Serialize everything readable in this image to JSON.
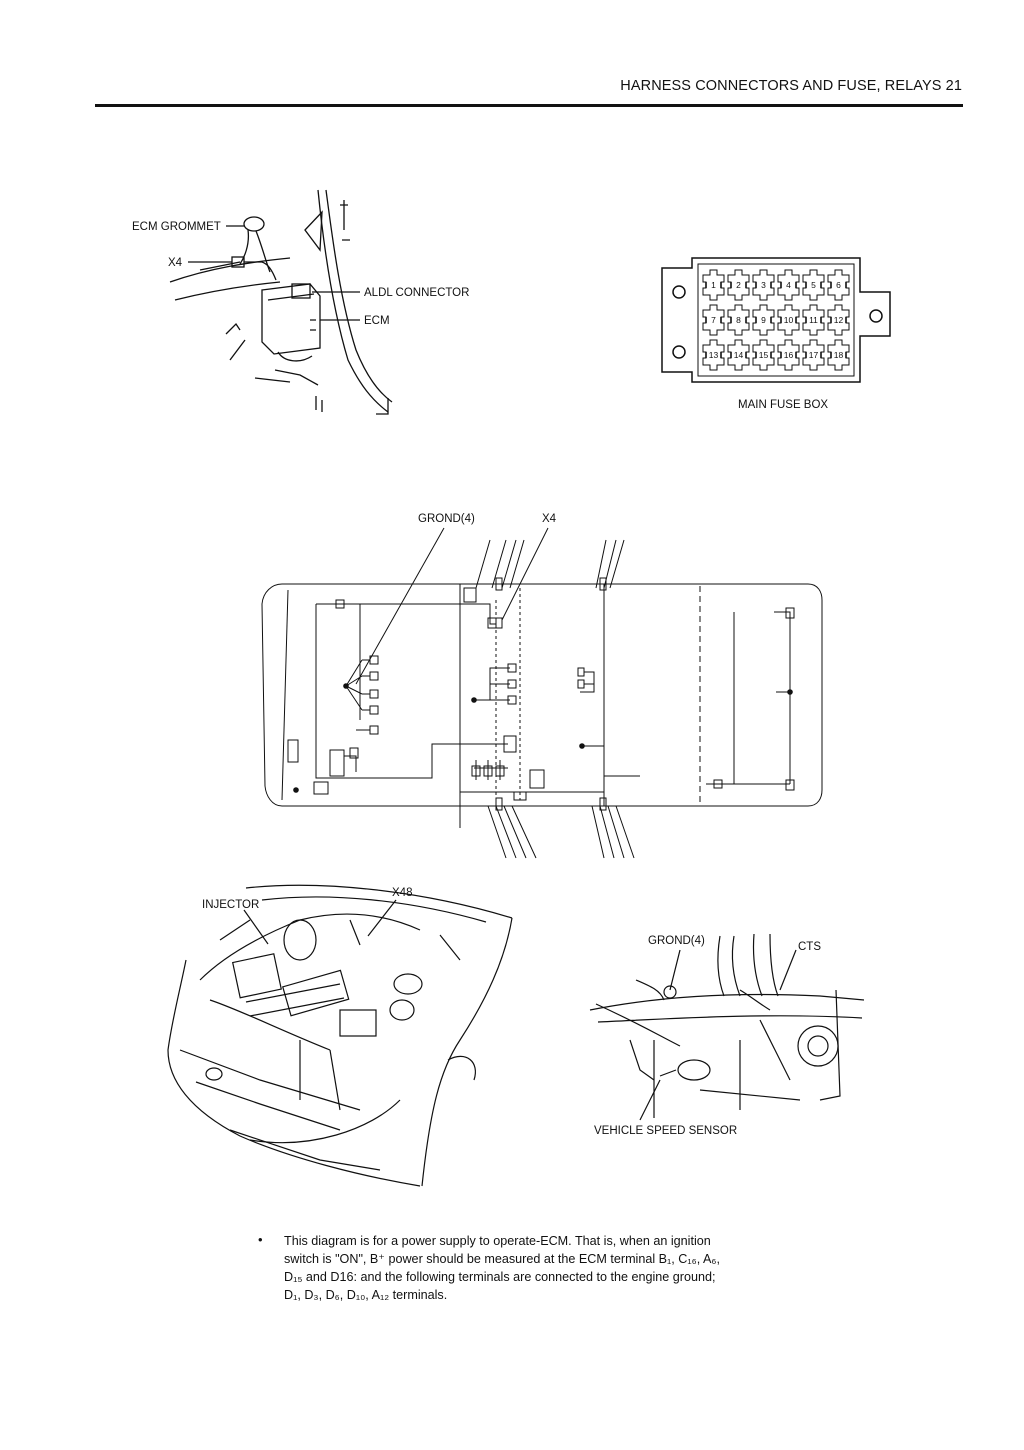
{
  "header": {
    "title": "HARNESS CONNECTORS AND FUSE, RELAYS",
    "page_number": "21"
  },
  "ecm_figure": {
    "labels": {
      "grommet": "ECM GROMMET",
      "x4": "X4",
      "aldl": "ALDL CONNECTOR",
      "ecm": "ECM"
    }
  },
  "fuse_box": {
    "caption": "MAIN FUSE BOX",
    "fuse_numbers": [
      "1",
      "2",
      "3",
      "4",
      "5",
      "6",
      "7",
      "8",
      "9",
      "10",
      "11",
      "12",
      "13",
      "14",
      "15",
      "16",
      "17",
      "18"
    ]
  },
  "harness_layout": {
    "labels": {
      "ground": "GROND(4)",
      "x4": "X4"
    }
  },
  "engine_figure": {
    "labels": {
      "injector": "INJECTOR",
      "x48": "X48"
    }
  },
  "sensor_figure": {
    "labels": {
      "ground": "GROND(4)",
      "cts": "CTS",
      "vss": "VEHICLE SPEED SENSOR"
    }
  },
  "note": {
    "bullet": "•",
    "lines": [
      "This diagram is for a power supply to operate-ECM. That is, when an ignition",
      "switch is \"ON\", B⁺ power should be measured at the ECM terminal B₁, C₁₆, A₆,",
      "D₁₅ and D16: and the following terminals are connected to the engine ground;",
      "D₁, D₃, D₆, D₁₀, A₁₂ terminals."
    ]
  }
}
